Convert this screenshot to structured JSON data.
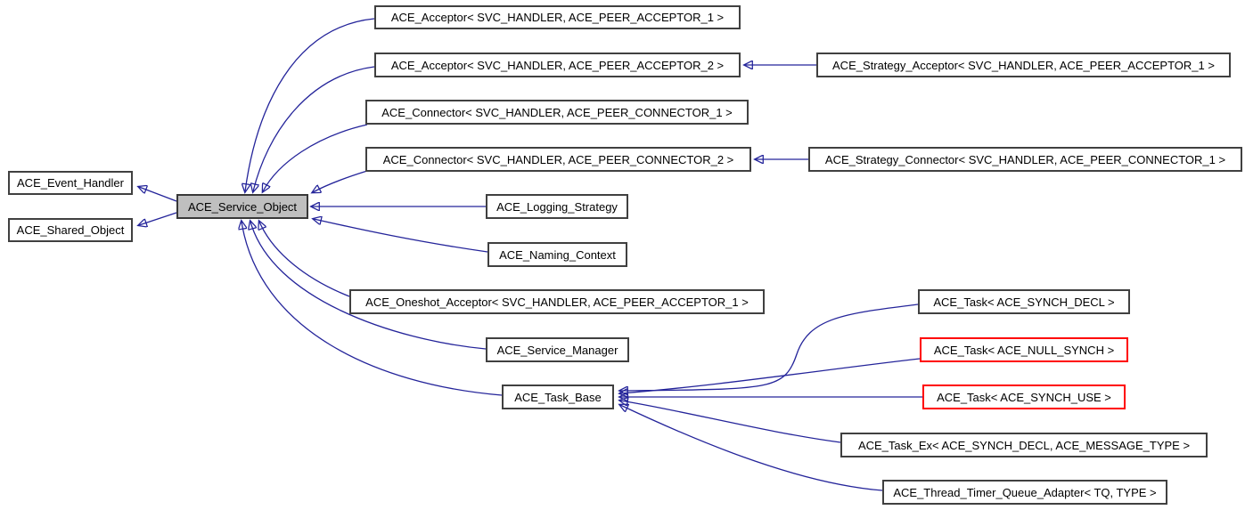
{
  "diagram": {
    "type": "class-inheritance-graph",
    "selected_class": "ACE_Service_Object",
    "colors": {
      "edge": "#24249a",
      "node_border": "#404040",
      "selected_node_fill": "#bfbfbf",
      "highlight_border": "#ff0000",
      "text": "#000000",
      "background": "#ffffff"
    },
    "nodes": {
      "event_handler": {
        "label": "ACE_Event_Handler"
      },
      "shared_object": {
        "label": "ACE_Shared_Object"
      },
      "service_object": {
        "label": "ACE_Service_Object"
      },
      "acceptor_1": {
        "label": "ACE_Acceptor< SVC_HANDLER, ACE_PEER_ACCEPTOR_1 >"
      },
      "acceptor_2": {
        "label": "ACE_Acceptor< SVC_HANDLER, ACE_PEER_ACCEPTOR_2 >"
      },
      "strategy_acceptor": {
        "label": "ACE_Strategy_Acceptor< SVC_HANDLER, ACE_PEER_ACCEPTOR_1 >"
      },
      "connector_1": {
        "label": "ACE_Connector< SVC_HANDLER, ACE_PEER_CONNECTOR_1 >"
      },
      "connector_2": {
        "label": "ACE_Connector< SVC_HANDLER, ACE_PEER_CONNECTOR_2 >"
      },
      "strategy_connector": {
        "label": "ACE_Strategy_Connector< SVC_HANDLER, ACE_PEER_CONNECTOR_1 >"
      },
      "logging_strategy": {
        "label": "ACE_Logging_Strategy"
      },
      "naming_context": {
        "label": "ACE_Naming_Context"
      },
      "oneshot_acceptor": {
        "label": "ACE_Oneshot_Acceptor< SVC_HANDLER, ACE_PEER_ACCEPTOR_1 >"
      },
      "service_manager": {
        "label": "ACE_Service_Manager"
      },
      "task_base": {
        "label": "ACE_Task_Base"
      },
      "task_synch_decl": {
        "label": "ACE_Task< ACE_SYNCH_DECL >"
      },
      "task_null_synch": {
        "label": "ACE_Task< ACE_NULL_SYNCH >"
      },
      "task_synch_use": {
        "label": "ACE_Task< ACE_SYNCH_USE >"
      },
      "task_ex": {
        "label": "ACE_Task_Ex< ACE_SYNCH_DECL, ACE_MESSAGE_TYPE >"
      },
      "thread_timer_queue_adapter": {
        "label": "ACE_Thread_Timer_Queue_Adapter< TQ, TYPE >"
      }
    },
    "edges": [
      {
        "from": "service_object",
        "to": "event_handler"
      },
      {
        "from": "service_object",
        "to": "shared_object"
      },
      {
        "from": "acceptor_1",
        "to": "service_object"
      },
      {
        "from": "acceptor_2",
        "to": "service_object"
      },
      {
        "from": "connector_1",
        "to": "service_object"
      },
      {
        "from": "connector_2",
        "to": "service_object"
      },
      {
        "from": "logging_strategy",
        "to": "service_object"
      },
      {
        "from": "naming_context",
        "to": "service_object"
      },
      {
        "from": "oneshot_acceptor",
        "to": "service_object"
      },
      {
        "from": "service_manager",
        "to": "service_object"
      },
      {
        "from": "task_base",
        "to": "service_object"
      },
      {
        "from": "strategy_acceptor",
        "to": "acceptor_2"
      },
      {
        "from": "strategy_connector",
        "to": "connector_2"
      },
      {
        "from": "task_synch_decl",
        "to": "task_base"
      },
      {
        "from": "task_null_synch",
        "to": "task_base"
      },
      {
        "from": "task_synch_use",
        "to": "task_base"
      },
      {
        "from": "task_ex",
        "to": "task_base"
      },
      {
        "from": "thread_timer_queue_adapter",
        "to": "task_base"
      }
    ]
  }
}
